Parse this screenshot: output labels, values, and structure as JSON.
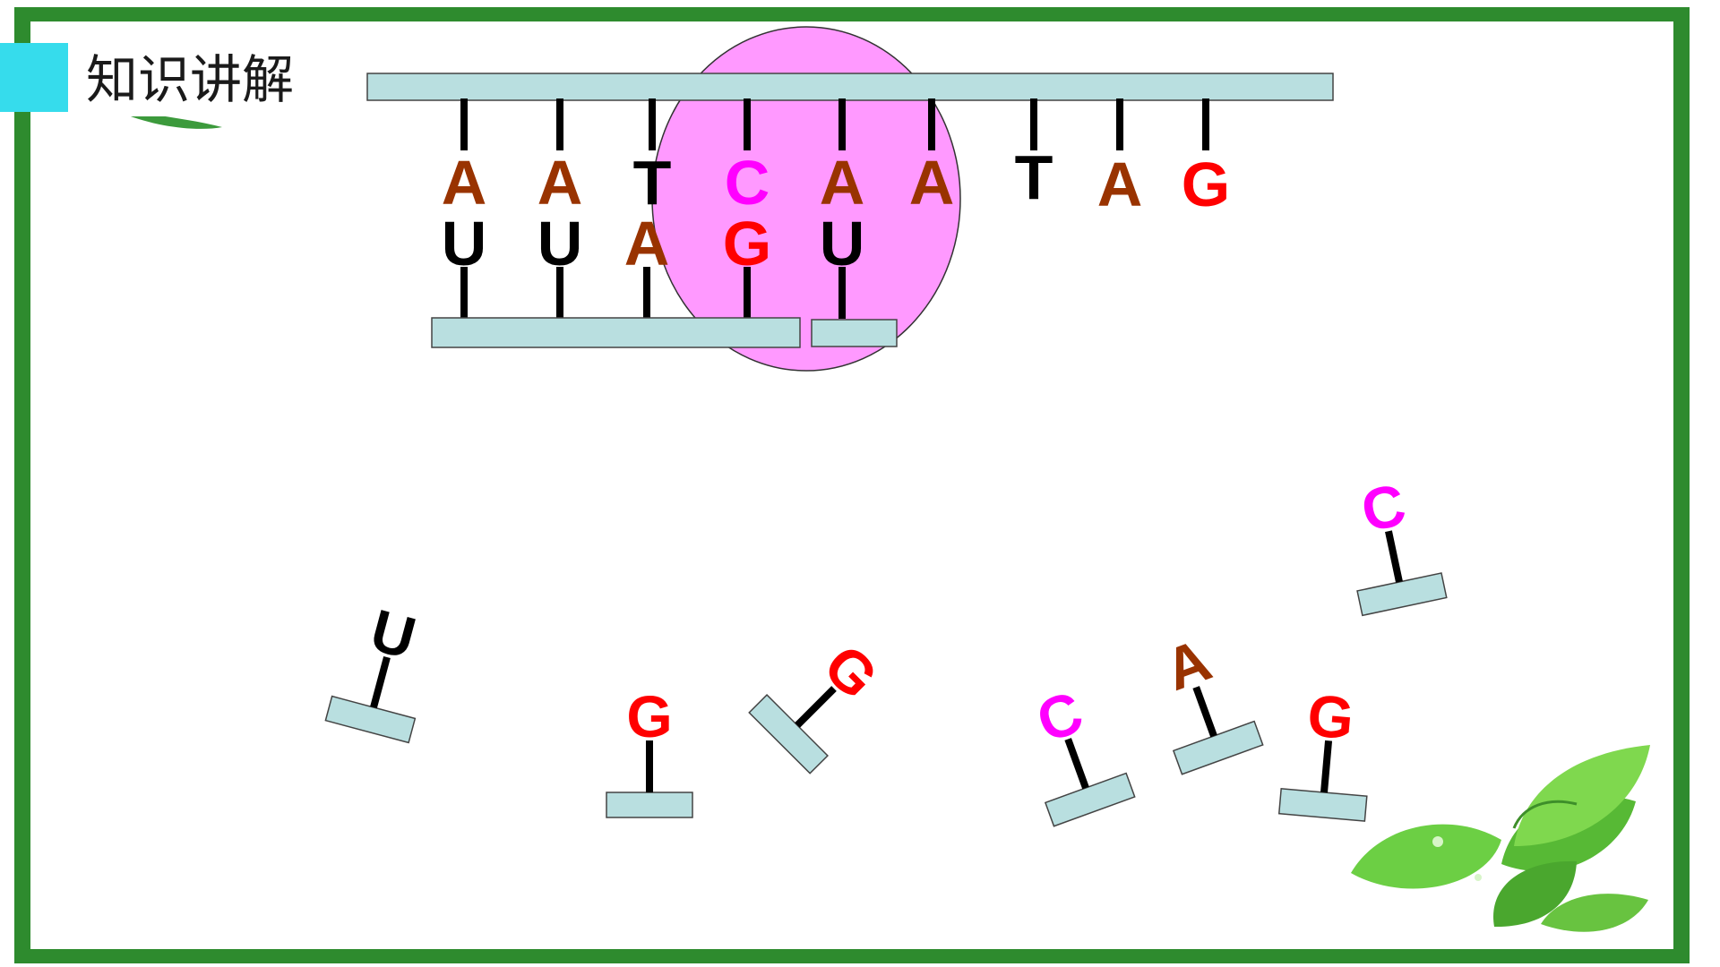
{
  "slide": {
    "title": "知识讲解"
  },
  "colors": {
    "frame": "#2e8b2e",
    "strand": "#b9dfe0",
    "enzyme": "#ff99ff",
    "A": "#993300",
    "T": "#000000",
    "U": "#000000",
    "C": "#ff00ff",
    "G": "#ff0000"
  },
  "dna_template_strand": [
    "A",
    "A",
    "T",
    "C",
    "A",
    "A",
    "T",
    "A",
    "G"
  ],
  "rna_strand": [
    "U",
    "U",
    "A",
    "G",
    "U"
  ],
  "free_nucleotides": [
    "U",
    "G",
    "G",
    "C",
    "A",
    "G",
    "C"
  ]
}
